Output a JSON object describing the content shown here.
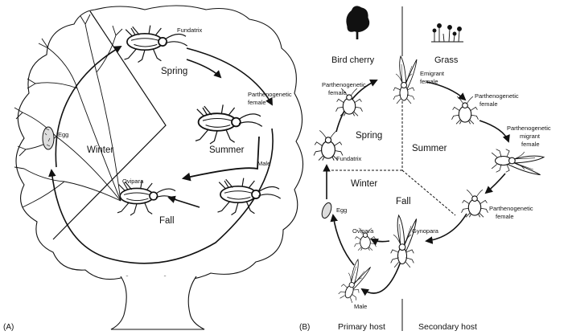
{
  "panel_a": {
    "panel_label": "(A)",
    "seasons": {
      "spring": "Spring",
      "summer": "Summer",
      "fall": "Fall",
      "winter": "Winter"
    },
    "forms": {
      "fundatrix": "Fundatrix",
      "parthenogenetic_female": [
        "Parthenogenetic",
        "female"
      ],
      "male": "Male",
      "ovipara": "Ovipara",
      "egg": "Egg"
    }
  },
  "panel_b": {
    "panel_label": "(B)",
    "hosts": {
      "primary_plant": "Bird cherry",
      "secondary_plant": "Grass",
      "primary": "Primary host",
      "secondary": "Secondary host"
    },
    "seasons": {
      "spring": "Spring",
      "summer": "Summer",
      "fall": "Fall",
      "winter": "Winter"
    },
    "forms": {
      "parthenogenetic_female_spring": [
        "Parthenogenetic",
        "female"
      ],
      "emigrant_female": [
        "Emigrant",
        "female"
      ],
      "parthenogenetic_female_summer": [
        "Parthenogenetic",
        "female"
      ],
      "parthenogenetic_migrant_female": [
        "Parthenogenetic",
        "migrant",
        "female"
      ],
      "parthenogenetic_female_fall": [
        "Parthenogenetic",
        "female"
      ],
      "fundatrix": "Fundatrix",
      "egg": "Egg",
      "ovipara": "Ovipara",
      "gynopara": "Gynopara",
      "male": "Male"
    }
  },
  "colors": {
    "ink": "#111111",
    "paper": "#ffffff"
  },
  "icons": [
    "tree-icon",
    "aphid-icon",
    "winged-aphid-icon",
    "egg-icon",
    "grass-icon",
    "arrow-icon"
  ]
}
